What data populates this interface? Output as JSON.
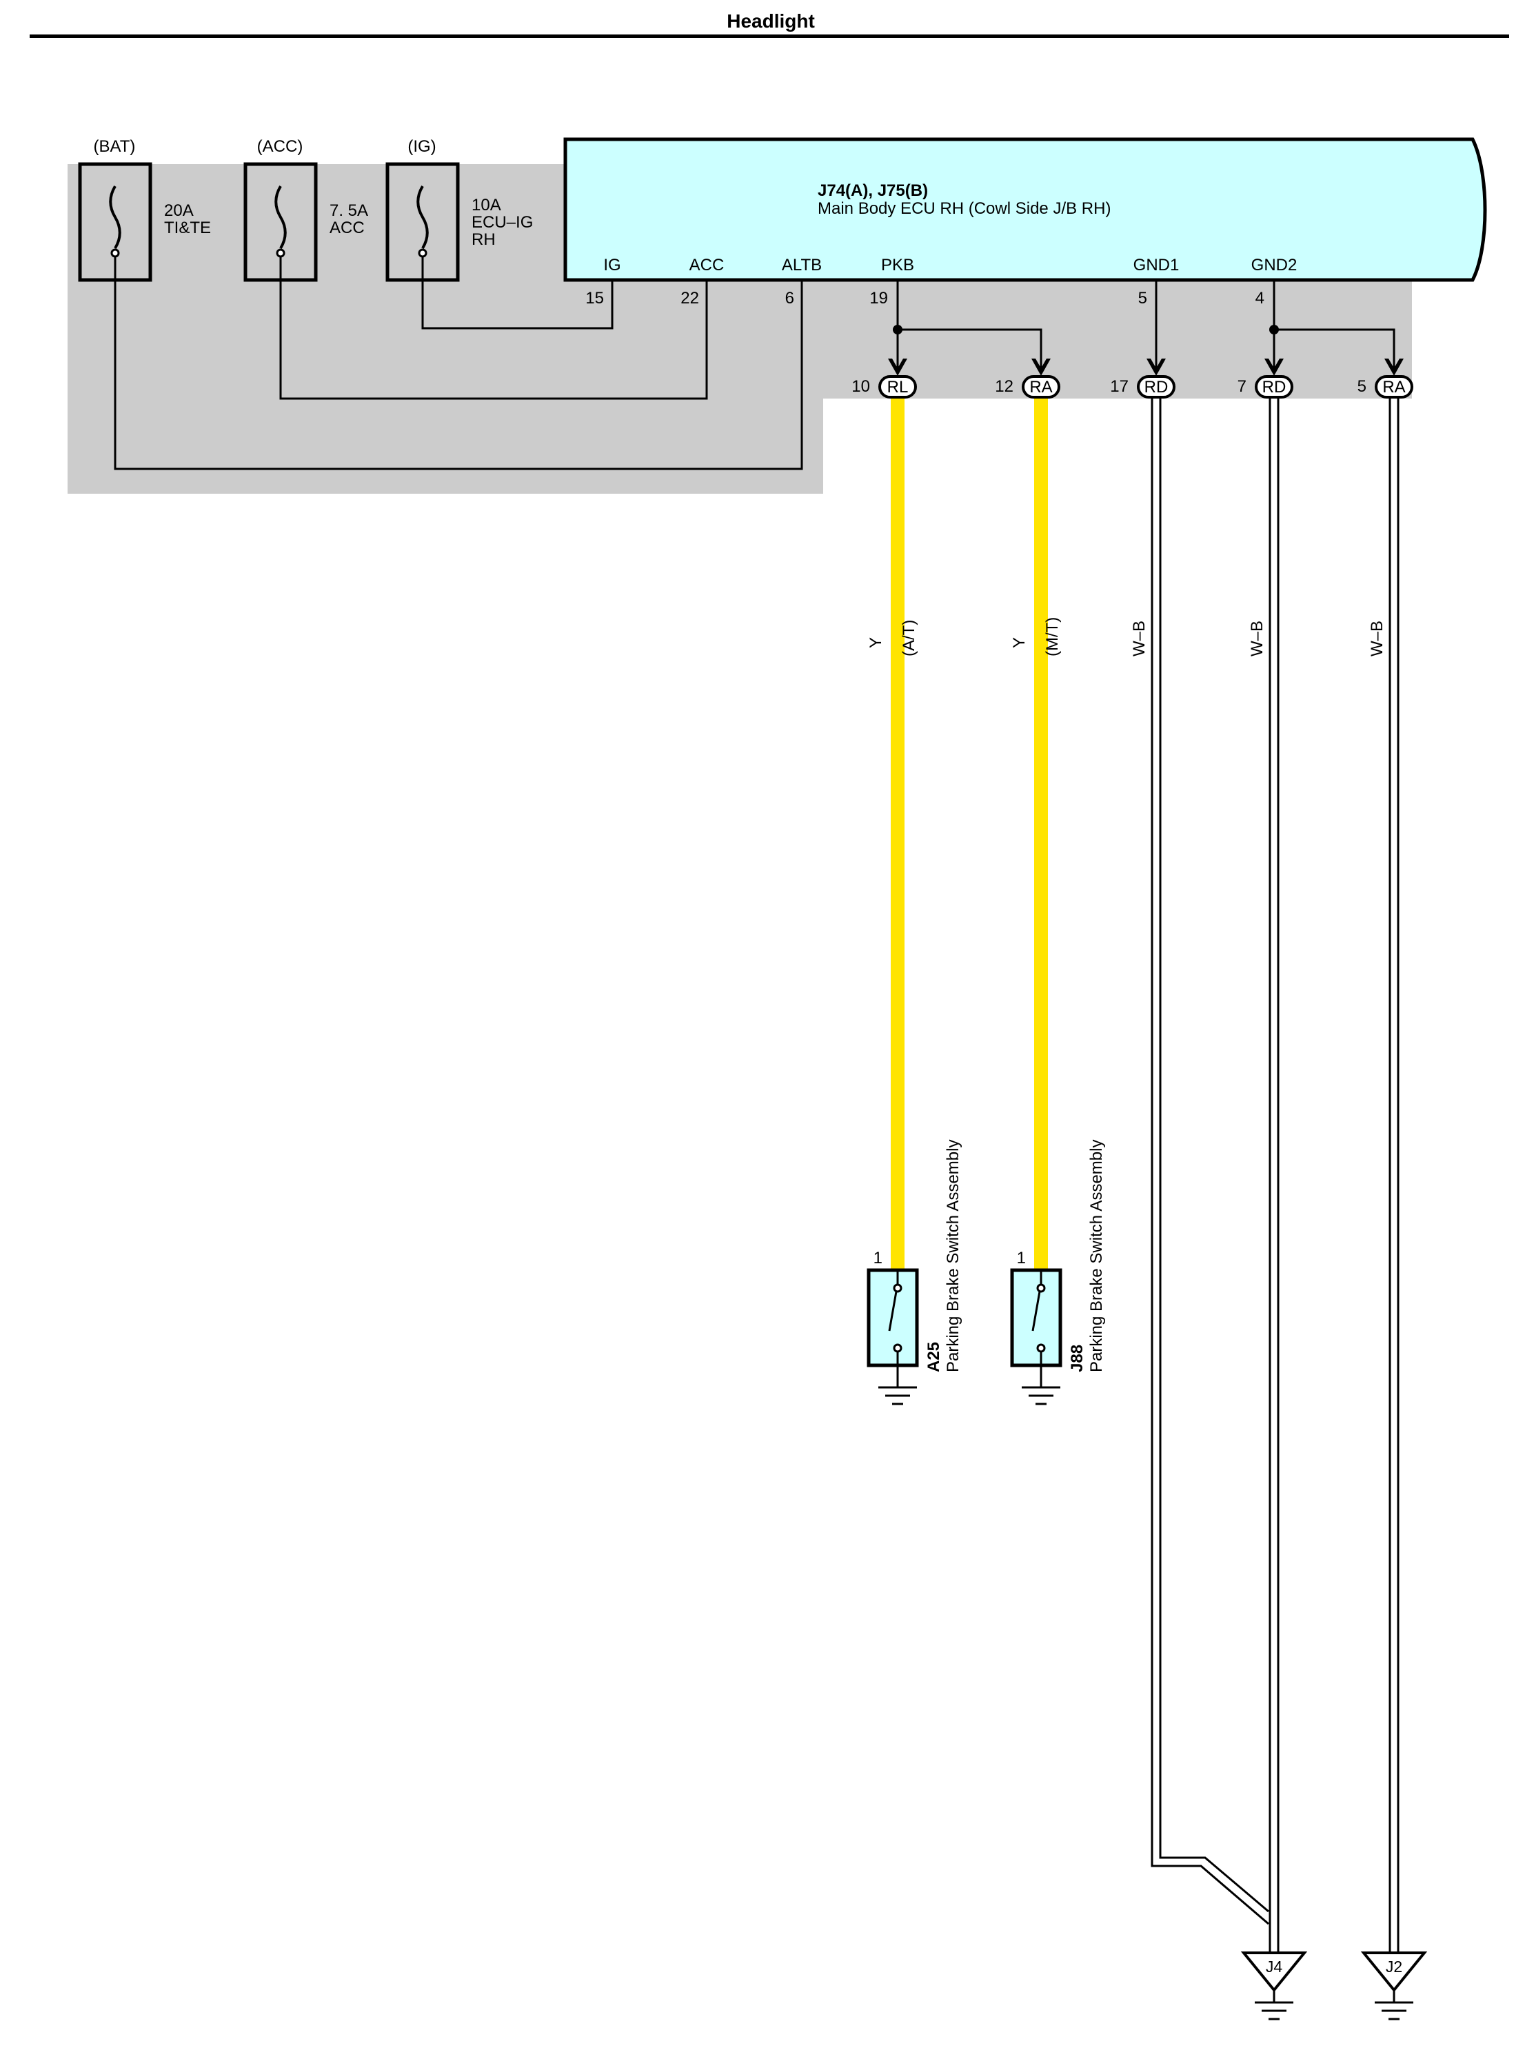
{
  "title": "Headlight",
  "colors": {
    "ecu_fill": "#ccffff",
    "shade": "#cccccc",
    "wire_yellow": "#ffe400",
    "wire_black": "#000000",
    "switch_fill": "#ccffff"
  },
  "fuses": [
    {
      "source": "(BAT)",
      "rating": "20A",
      "name_lines": [
        "TI&TE"
      ]
    },
    {
      "source": "(ACC)",
      "rating": "7. 5A",
      "name_lines": [
        "ACC"
      ]
    },
    {
      "source": "(IG)",
      "rating": "10A",
      "name_lines": [
        "ECU–IG",
        "RH"
      ]
    }
  ],
  "ecu": {
    "connector": "J74(A), J75(B)",
    "name": "Main Body ECU RH (Cowl Side J/B RH)",
    "pins": [
      {
        "label": "IG",
        "number": "15"
      },
      {
        "label": "ACC",
        "number": "22"
      },
      {
        "label": "ALTB",
        "number": "6"
      },
      {
        "label": "PKB",
        "number": "19"
      },
      {
        "label": "GND1",
        "number": "5"
      },
      {
        "label": "GND2",
        "number": "4"
      }
    ]
  },
  "junctions": [
    {
      "pin": "10",
      "code": "RL"
    },
    {
      "pin": "12",
      "code": "RA"
    },
    {
      "pin": "17",
      "code": "RD"
    },
    {
      "pin": "7",
      "code": "RD"
    },
    {
      "pin": "5",
      "code": "RA"
    }
  ],
  "wires": [
    {
      "color_code": "Y",
      "note": "(A/T)"
    },
    {
      "color_code": "Y",
      "note": "(M/T)"
    },
    {
      "color_code": "W–B",
      "note": ""
    },
    {
      "color_code": "W–B",
      "note": ""
    },
    {
      "color_code": "W–B",
      "note": ""
    }
  ],
  "switches": [
    {
      "pin": "1",
      "code": "A25",
      "name": "Parking Brake Switch Assembly"
    },
    {
      "pin": "1",
      "code": "J88",
      "name": "Parking Brake Switch Assembly"
    }
  ],
  "grounds": [
    {
      "code": "J4"
    },
    {
      "code": "J2"
    }
  ]
}
